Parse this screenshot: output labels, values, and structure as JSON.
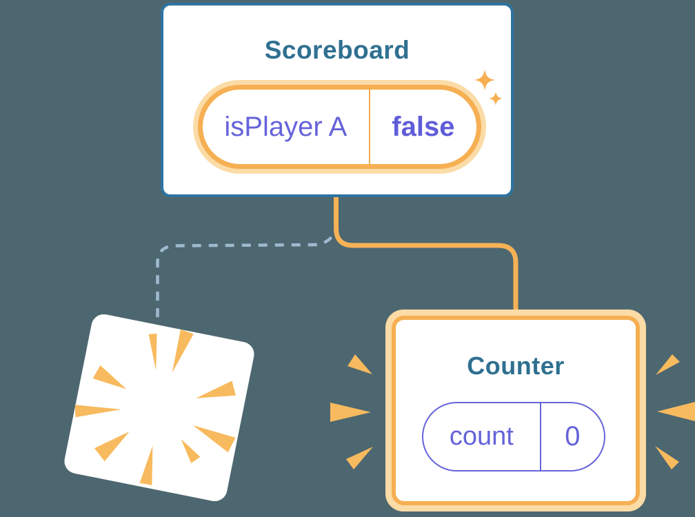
{
  "diagram": {
    "description": "React component tree state diagram: Scoreboard parent keeps state, Counter child is destroyed and remounted",
    "background_color": "#4D6770"
  },
  "scoreboard": {
    "title": "Scoreboard",
    "state": {
      "key": "isPlayer A",
      "value": "false"
    }
  },
  "counter": {
    "title": "Counter",
    "state": {
      "key": "count",
      "value": "0"
    }
  },
  "icons": {
    "sparkles": "two four-point sparkle stars beside scoreboard state pill",
    "spark_burst": "orange starburst marking destroyed component card",
    "emphasis_marks": "orange wedges flanking the new Counter card"
  },
  "connectors": {
    "solid_line": "orange solid connector from Scoreboard to Counter",
    "dashed_line": "light blue dashed connector from Scoreboard to destroyed card"
  },
  "colors": {
    "background": "#4D6770",
    "card_border_blue": "#2E73A2",
    "title_blue": "#2F7090",
    "orange": "#F6AF52",
    "orange_halo": "#FBDBA6",
    "orange_spark": "#F8BA5E",
    "indigo": "#6663DA",
    "dash_blue": "#9FBACF",
    "card_fill": "#FFFFFF"
  }
}
